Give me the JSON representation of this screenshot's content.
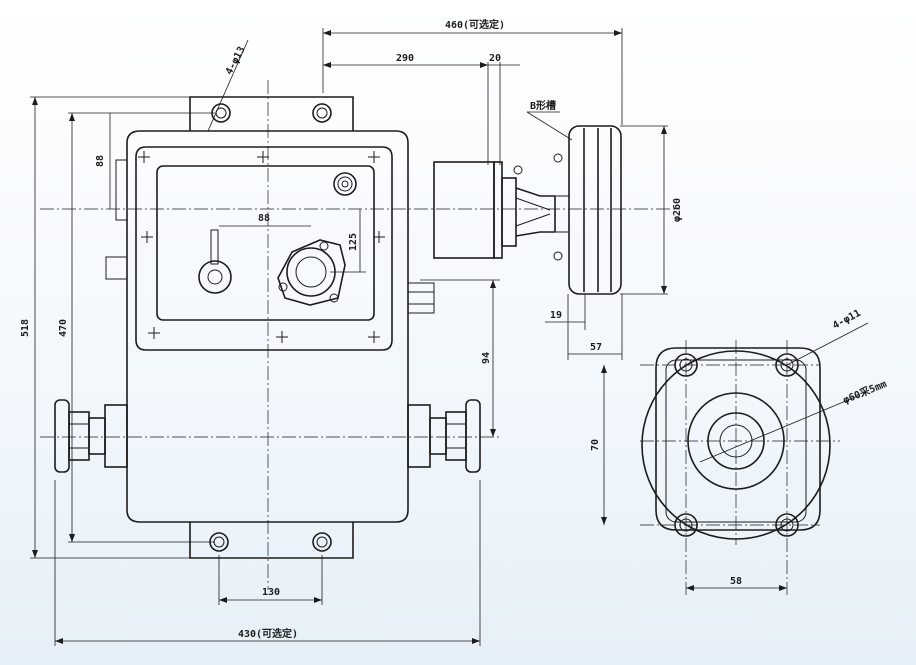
{
  "dimensions": {
    "overall_depth": "460(可选定)",
    "shaft_offset": "290",
    "flange": "20",
    "groove_type": "B形槽",
    "pulley_dia": "φ260",
    "top_offset": "88",
    "mount_holes_top": "4-φ13",
    "inner_x": "88",
    "inner_y": "125",
    "total_height": "518",
    "mount_height": "470",
    "shaft_height": "94",
    "pulley_w1": "19",
    "pulley_w2": "57",
    "foot_spacing": "130",
    "overall_width": "430(可选定)",
    "motor_holes": "4-φ11",
    "motor_spigot": "φ60采5mm",
    "motor_height": "70",
    "motor_width": "58"
  }
}
